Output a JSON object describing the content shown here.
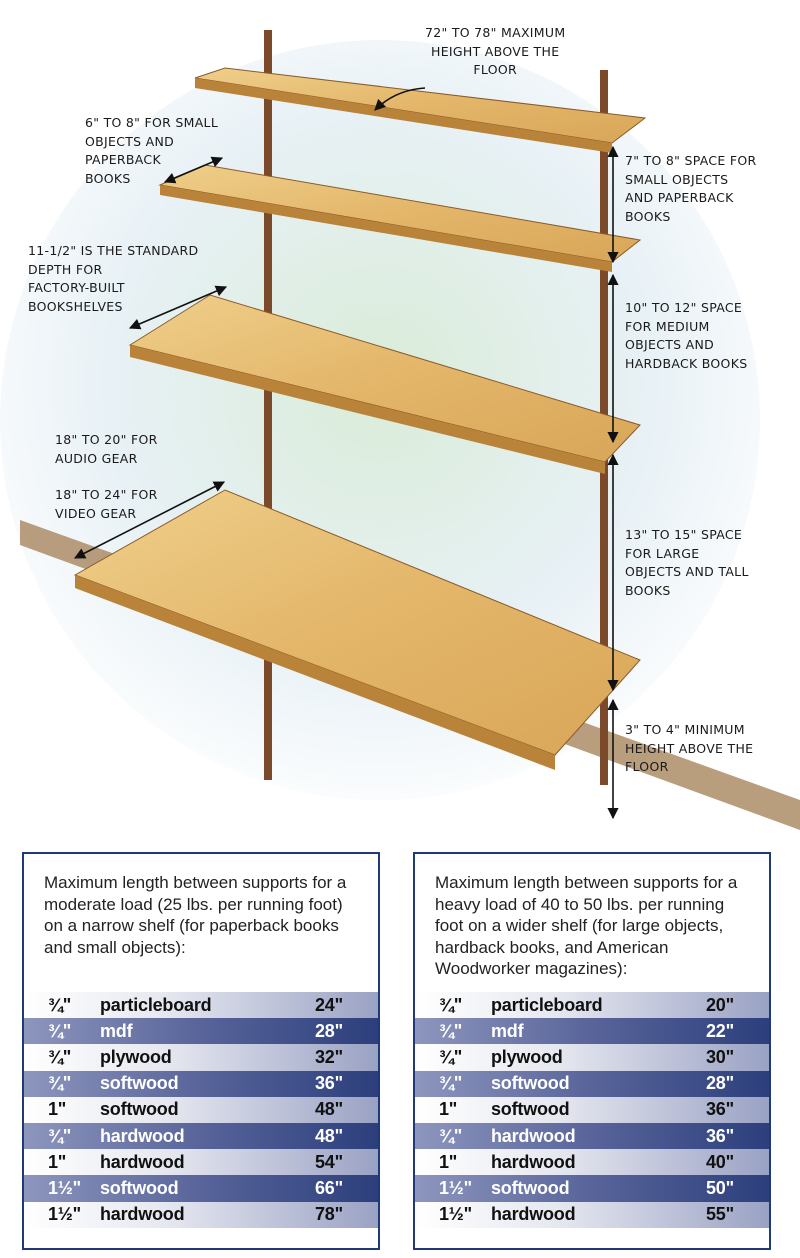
{
  "annotations": {
    "max_height": "72\" to 78\" maximum\nheight above the\nfloor",
    "small_depth": "6\" to 8\" for small\nobjects and\npaperback\nbooks",
    "small_space": "7\" to 8\" space for\nsmall objects\nand paperback\nbooks",
    "standard_depth": "11-1/2\" is the standard\ndepth for\nfactory-built\nbookshelves",
    "medium_space": "10\" to 12\" space\nfor medium\nobjects and\nhardback books",
    "audio_depth": "18\" to 20\" for\naudio gear",
    "video_depth": "18\" to 24\" for\nvideo gear",
    "large_space": "13\" to 15\" space\nfor large\nobjects and tall\nbooks",
    "min_height": "3\" to 4\" minimum\nheight above the\nfloor"
  },
  "colors": {
    "border": "#1f3a78",
    "wood": "#e3b66a",
    "wood_edge": "#b9833a",
    "standard": "#7a4a2a"
  },
  "tables": [
    {
      "caption": "Maximum length between supports for a moderate load (25 lbs. per running foot) on a narrow shelf (for paperback books and small objects):",
      "rows": [
        {
          "thickness": "¾\"",
          "material": "particleboard",
          "length": "24\""
        },
        {
          "thickness": "¾\"",
          "material": "mdf",
          "length": "28\""
        },
        {
          "thickness": "¾\"",
          "material": "plywood",
          "length": "32\""
        },
        {
          "thickness": "¾\"",
          "material": "softwood",
          "length": "36\""
        },
        {
          "thickness": "1\"",
          "material": "softwood",
          "length": "48\""
        },
        {
          "thickness": "¾\"",
          "material": "hardwood",
          "length": "48\""
        },
        {
          "thickness": "1\"",
          "material": "hardwood",
          "length": "54\""
        },
        {
          "thickness": "1½\"",
          "material": "softwood",
          "length": "66\""
        },
        {
          "thickness": "1½\"",
          "material": "hardwood",
          "length": "78\""
        }
      ]
    },
    {
      "caption": "Maximum length between supports for a heavy load of 40 to 50 lbs. per running foot on a wider shelf (for large objects, hardback books, and American Woodworker magazines):",
      "rows": [
        {
          "thickness": "¾\"",
          "material": "particleboard",
          "length": "20\""
        },
        {
          "thickness": "¾\"",
          "material": "mdf",
          "length": "22\""
        },
        {
          "thickness": "¾\"",
          "material": "plywood",
          "length": "30\""
        },
        {
          "thickness": "¾\"",
          "material": "softwood",
          "length": "28\""
        },
        {
          "thickness": "1\"",
          "material": "softwood",
          "length": "36\""
        },
        {
          "thickness": "¾\"",
          "material": "hardwood",
          "length": "36\""
        },
        {
          "thickness": "1\"",
          "material": "hardwood",
          "length": "40\""
        },
        {
          "thickness": "1½\"",
          "material": "softwood",
          "length": "50\""
        },
        {
          "thickness": "1½\"",
          "material": "hardwood",
          "length": "55\""
        }
      ]
    }
  ]
}
